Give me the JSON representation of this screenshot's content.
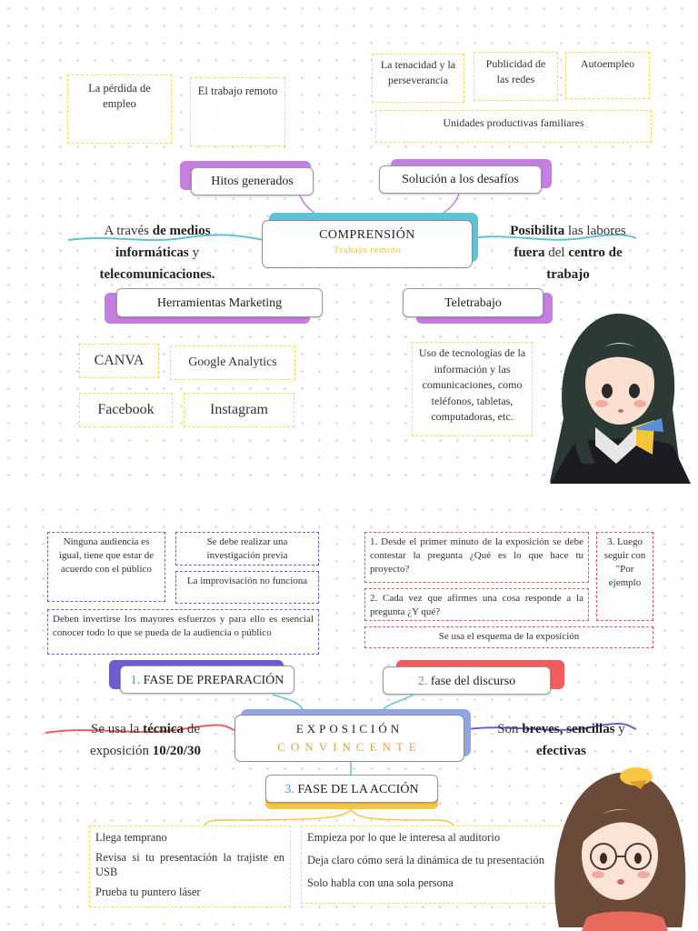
{
  "top": {
    "notes_left": [
      "La pérdida de empleo",
      "El trabajo remoto"
    ],
    "notes_right": [
      "La tenacidad y la perseverancia",
      "Publicidad de las redes",
      "Autoempleo"
    ],
    "note_wide": "Unidades productivas familiares",
    "hitos": "Hitos generados",
    "solucion": "Solución a los desafíos",
    "center_title": "COMPRENSIÓN",
    "center_subtitle": "Trabajo remoto",
    "left_text": {
      "a": "A través ",
      "b": "de medios informáticas",
      "c": " y ",
      "d": "telecomunicaciones."
    },
    "right_text": {
      "a": "Posibilita",
      "b": " las labores ",
      "c": "fuera",
      "d": " del ",
      "e": "centro de trabajo"
    },
    "herramientas": "Herramientas Marketing",
    "teletrabajo": "Teletrabajo",
    "tools": [
      "CANVA",
      "Google Analytics",
      "Facebook",
      "Instagram"
    ],
    "teletrabajo_note": "Uso de tecnologías de la información y las comunicaciones, como teléfonos, tabletas, computadoras, etc."
  },
  "bottom": {
    "purple_notes": [
      "Ninguna audiencia es igual, tiene que estar de acuerdo con el público",
      "Se debe realizar una investigación previa",
      "La improvisación no funciona",
      "Deben invertirse los mayores esfuerzos y para ello es esencial conocer todo lo que se pueda de la audiencia o público"
    ],
    "red_notes": [
      "1. Desde el primer minuto de la exposición se debe contestar la pregunta ¿Qué es lo que hace tu proyecto?",
      "2. Cada vez que afirmes una cosa responde a la pregunta ¿Y qué?",
      "3. Luego seguir con \"Por ejemplo",
      "Se usa el esquema de la exposición"
    ],
    "fase1_num": "1.",
    "fase1": " FASE DE PREPARACIÓN",
    "fase2_num": "2.",
    "fase2": " fase del discurso",
    "fase3_num": "3.",
    "fase3": " FASE DE LA ACCIÓN",
    "center_title": "EXPOSICIÓN",
    "center_subtitle": "CONVINCENTE",
    "left_text": {
      "a": "Se usa la ",
      "b": "técnica",
      "c": " de exposición ",
      "d": "10/20/30"
    },
    "right_text": {
      "a": "Son ",
      "b": "breves, sencillas",
      "c": " y ",
      "d": "efectivas"
    },
    "accion_left": [
      "Llega temprano",
      "Revisa si tu presentación la trajiste en USB",
      "Prueba tu puntero láser"
    ],
    "accion_right": [
      "Empieza por lo que le interesa al auditorio",
      "Deja claro cómo será la dinámica de tu presentación",
      "Solo habla con una sola persona"
    ]
  },
  "colors": {
    "yellow": "#f2e34a",
    "purple": "#c57fe0",
    "blue": "#5ec3d6",
    "violet": "#6f5ad0",
    "red": "#f25c5c",
    "orange_yellow": "#f7c744"
  }
}
